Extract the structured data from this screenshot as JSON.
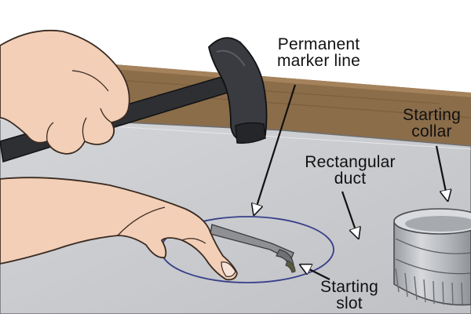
{
  "labels": {
    "marker": {
      "line1": "Permanent",
      "line2": "marker line"
    },
    "duct": {
      "line1": "Rectangular",
      "line2": "duct"
    },
    "collar": {
      "line1": "Starting",
      "line2": "collar"
    },
    "slot": {
      "line1": "Starting",
      "line2": "slot"
    }
  },
  "colors": {
    "table": "#8b6d4a",
    "duct_sheet": "#c9cbce",
    "skin": "#f2cfb6",
    "hammer": "#2e2f33",
    "collar_metal": "#b9bbbf",
    "marker_circle": "#3a3f8a"
  }
}
